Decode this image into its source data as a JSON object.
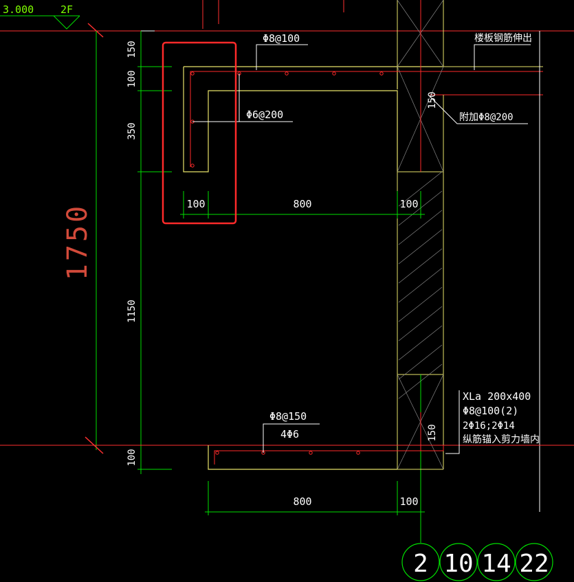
{
  "level": {
    "elevation": "3.000",
    "floor": "2F"
  },
  "labels": {
    "rebar_top": "Φ8@100",
    "slab_note": "楼板钢筋伸出",
    "rebar_corner": "Φ6@200",
    "extra_rebar": "附加Φ8@200",
    "rebar_bottom": "Φ8@150",
    "rebar_long": "4Φ6"
  },
  "beam_note": [
    "XLa 200x400",
    "Φ8@100(2)",
    "2Φ16;2Φ14",
    "纵筋锚入剪力墙内"
  ],
  "dims_left": {
    "d150": "150",
    "d100": "100",
    "d350": "350",
    "d1150": "1150",
    "d100b": "100",
    "total": "1750"
  },
  "dims_mid": {
    "a100": "100",
    "a800": "800",
    "a100r": "100"
  },
  "dims_bottom": {
    "b800": "800",
    "b100": "100"
  },
  "dim_wall150_top": "150",
  "dim_wall150_bottom": "150",
  "axes": [
    "2",
    "10",
    "14",
    "22"
  ],
  "colors": {
    "dim": "#00e000",
    "rebar": "#ff2a2a",
    "concrete": "#e8e36a",
    "highlight": "#ff2a2a",
    "text": "#ffffff"
  }
}
